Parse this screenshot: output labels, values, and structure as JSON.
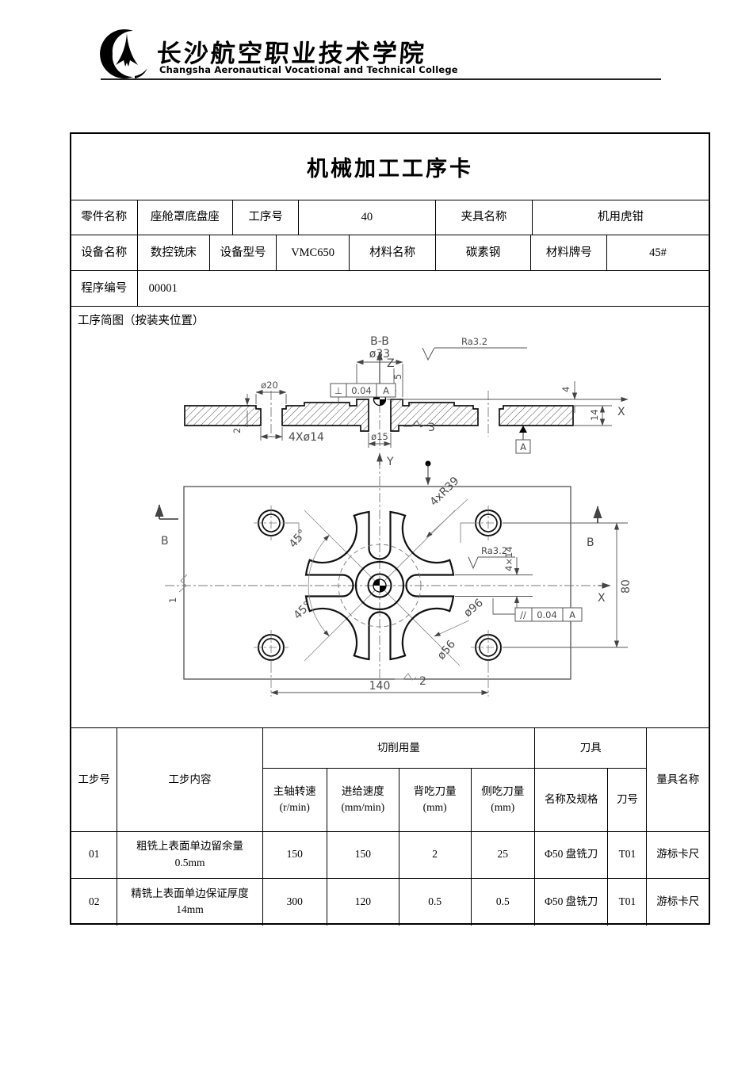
{
  "header": {
    "college_cn": "长沙航空职业技术学院",
    "college_en": "Changsha Aeronautical Vocational and Technical College"
  },
  "card": {
    "title": "机械加工工序卡",
    "info_row1": [
      {
        "label": "零件名称",
        "value": "座舱罩底盘座"
      },
      {
        "label": "工序号",
        "value": "40"
      },
      {
        "label": "夹具名称",
        "value": "机用虎钳"
      }
    ],
    "info_row2": [
      {
        "label": "设备名称",
        "value": "数控铣床"
      },
      {
        "label": "设备型号",
        "value": "VMC650"
      },
      {
        "label": "材料名称",
        "value": "碳素钢"
      },
      {
        "label": "材料牌号",
        "value": "45#"
      }
    ],
    "info_row3": {
      "label": "程序编号",
      "value": "00001"
    },
    "sketch_caption": "工序简图（按装夹位置）"
  },
  "drawing": {
    "sec": {
      "bb": "B-B",
      "d33": "ø33",
      "ra": "Ra3.2",
      "d20": "ø20",
      "gdt_sym": "⊥",
      "gdt_tol": "0.04",
      "gdt_ref": "A",
      "z": "Z",
      "n5": "5",
      "n4": "4",
      "n14": "14",
      "x": "X",
      "n2": "2",
      "n4x14": "4Xø14",
      "d15": "ø15",
      "n3": "3",
      "datum": "A"
    },
    "plan": {
      "y": "Y",
      "b1": "B",
      "b2": "B",
      "r39": "4xR39",
      "ra": "Ra3.2",
      "s414": "4×14",
      "gdt_sym": "//",
      "gdt_tol": "0.04",
      "gdt_ref": "A",
      "d96": "ø96",
      "d56": "ø56",
      "a45a": "45°",
      "a45b": "45°",
      "n80": "80",
      "n140": "140",
      "x": "X",
      "m1": "1",
      "m2": "2"
    }
  },
  "steps": {
    "headers": {
      "step_no": "工步号",
      "step_content": "工步内容",
      "cutting": "切削用量",
      "spindle": "主轴转速",
      "spindle_unit": "(r/min)",
      "feed": "进给速度",
      "feed_unit": "(mm/min)",
      "depth": "背吃刀量",
      "depth_unit": "(mm)",
      "side": "侧吃刀量",
      "side_unit": "(mm)",
      "tool": "刀具",
      "tool_spec": "名称及规格",
      "tool_no": "刀号",
      "gauge": "量具名称"
    },
    "rows": [
      {
        "no": "01",
        "content1": "粗铣上表面单边留余量",
        "content2": "0.5mm",
        "spindle": "150",
        "feed": "150",
        "depth": "2",
        "side": "25",
        "tool": "Φ50 盘铣刀",
        "tool_no": "T01",
        "gauge": "游标卡尺"
      },
      {
        "no": "02",
        "content1": "精铣上表面单边保证厚度",
        "content2": "14mm",
        "spindle": "300",
        "feed": "120",
        "depth": "0.5",
        "side": "0.5",
        "tool": "Φ50 盘铣刀",
        "tool_no": "T01",
        "gauge": "游标卡尺"
      }
    ]
  }
}
